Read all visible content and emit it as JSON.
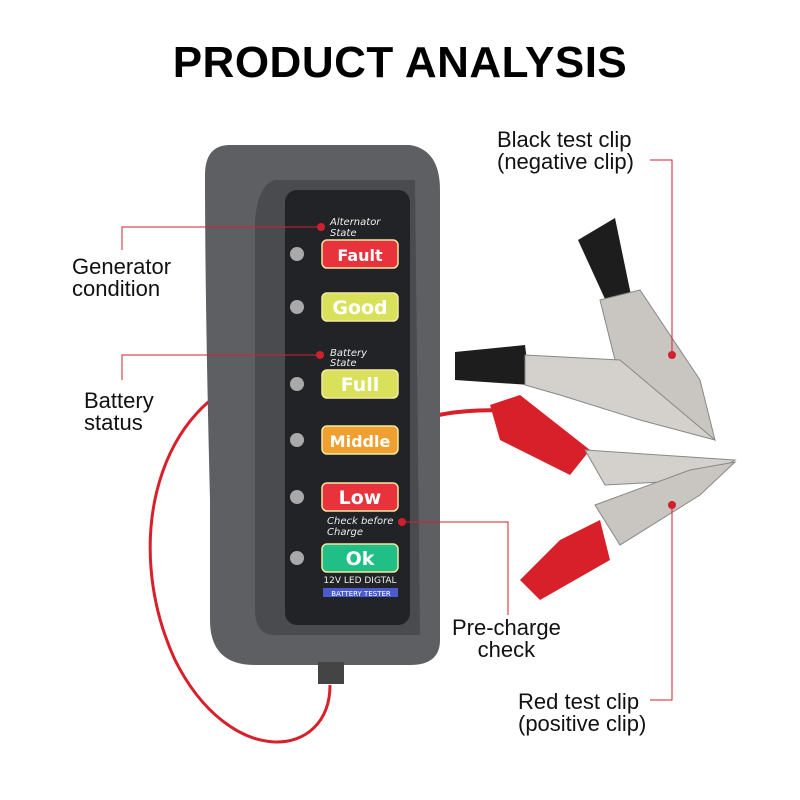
{
  "title": "PRODUCT ANALYSIS",
  "callouts": {
    "generator": [
      "Generator",
      "condition"
    ],
    "battery": [
      "Battery",
      "status"
    ],
    "black_clip": [
      "Black test clip",
      "(negative clip)"
    ],
    "red_clip": [
      "Red test clip",
      "(positive clip)"
    ],
    "precharge": [
      "Pre-charge",
      "check"
    ]
  },
  "panel": {
    "alternator_state": [
      "Alternator",
      "State"
    ],
    "battery_state": [
      "Battery",
      "State"
    ],
    "check_before": [
      "Check before",
      "Charge"
    ],
    "leds": [
      {
        "label": "Fault",
        "color": "#e8323c"
      },
      {
        "label": "Good",
        "color": "#d9e05a"
      },
      {
        "label": "Full",
        "color": "#d9e05a"
      },
      {
        "label": "Middle",
        "color": "#f0a030"
      },
      {
        "label": "Low",
        "color": "#e8323c"
      },
      {
        "label": "Ok",
        "color": "#1fbf86"
      }
    ],
    "brand_line1": "12V LED DIGTAL",
    "brand_line2": "BATTERY TESTER"
  },
  "colors": {
    "callout": "#d0202e",
    "body": "#5e5f62",
    "panel": "#222326"
  }
}
